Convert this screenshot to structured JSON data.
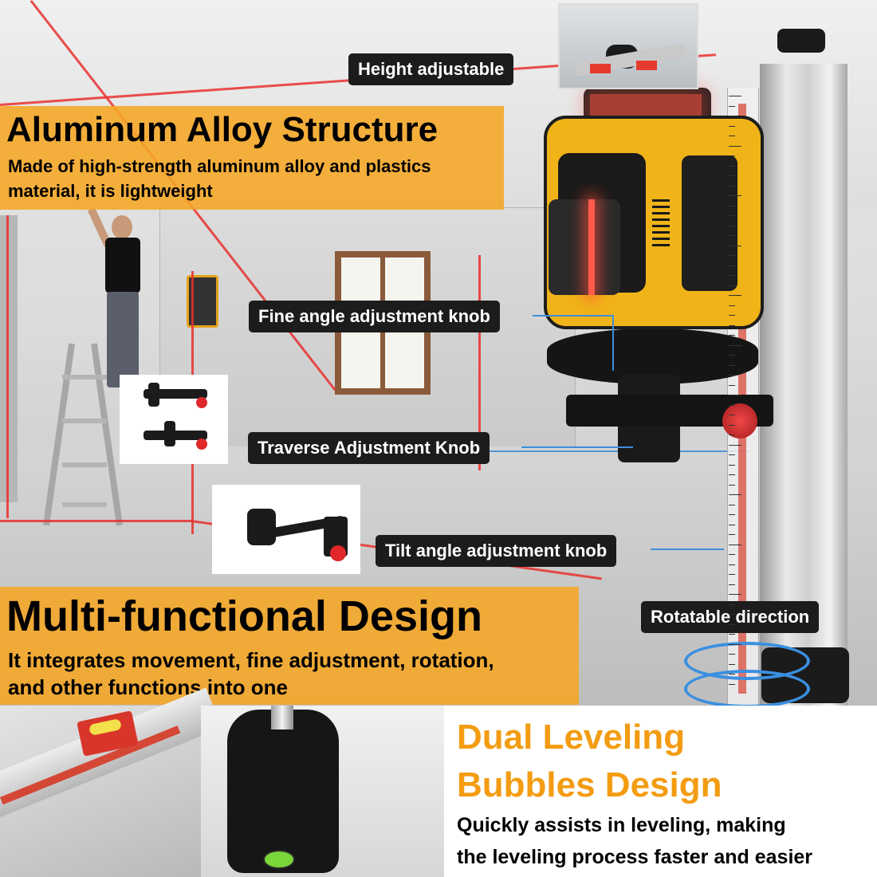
{
  "callouts": {
    "height_adjustable": "Height adjustable",
    "fine_angle": "Fine angle adjustment knob",
    "traverse": "Traverse Adjustment Knob",
    "tilt_angle": "Tilt angle adjustment knob",
    "rotatable": "Rotatable direction"
  },
  "aluminum": {
    "title": "Aluminum Alloy Structure",
    "line1": "Made of high-strength aluminum alloy and plastics",
    "line2": "material, it is lightweight"
  },
  "multi": {
    "title": "Multi-functional Design",
    "line1": "It integrates movement, fine adjustment, rotation,",
    "line2": "and other functions into one"
  },
  "dual": {
    "title_line1": "Dual Leveling",
    "title_line2": "Bubbles Design",
    "line1": "Quickly assists in leveling, making",
    "line2": "the leveling process faster and easier"
  },
  "colors": {
    "accent_orange": "#f5a623",
    "heading_orange": "#f39c12",
    "label_bg": "#1c1c1c",
    "pointer_blue": "#3b8fd8",
    "laser_red": "#e8302e"
  },
  "icons": [
    "rotation-arrows-icon"
  ]
}
